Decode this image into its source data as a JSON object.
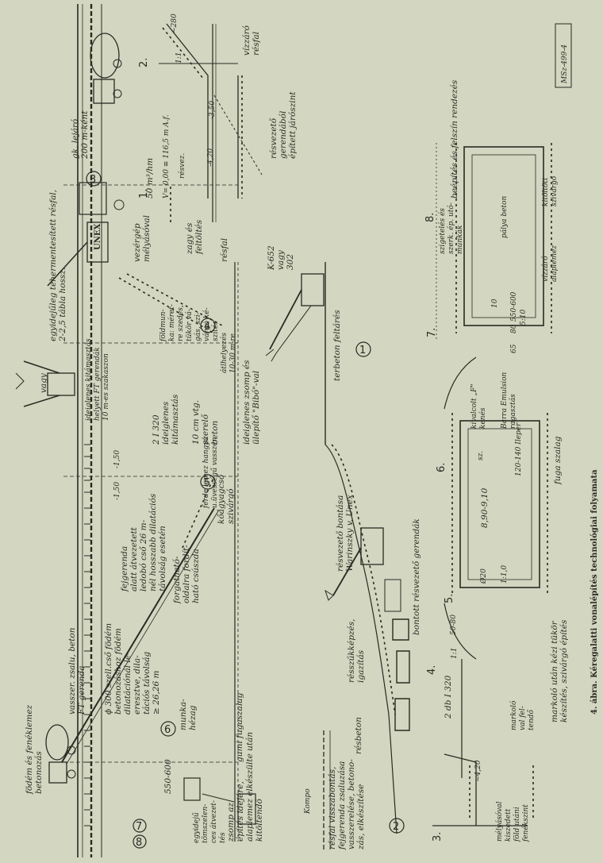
{
  "figure": {
    "code": "MSz-499-4",
    "caption": "4. ábra. Kéregalatti vonalépítés technológiai folyamata"
  },
  "stage_numbers": {
    "s1": "1.",
    "s2": "2.",
    "s3": "3.",
    "s4": "4.",
    "s5": "5.",
    "s6": "6.",
    "s7": "7.",
    "s8": "8."
  },
  "circles": {
    "c1": "1",
    "c2": "2",
    "c3": "3",
    "c4": "4",
    "c5": "5",
    "c6": "6",
    "c7": "7",
    "c8": "8"
  },
  "top_strip": {
    "l1": "födém és fenéklemez",
    "l2": "betonozás",
    "l3": "vasszer. zsalu, beton",
    "l4": "FT gerenda",
    "l5": "ϕ 300 szell.cső födém",
    "l6": "betonozáshoz födém",
    "l7": "dilatációnál le-",
    "l8": "eresztve, dila-",
    "l9": "tációs távolság",
    "l10": "≥ 26,26 m",
    "l11": "fejgerenda",
    "l12": "alatt átvezetett",
    "l13": "ledobó cső 26 m-",
    "l14": "nél hosszabb dilatációs",
    "l15": "távolság esetén",
    "l16": "forgatható-",
    "l17": "oldalra fordít-",
    "l18": "ható csúszda",
    "l19": "munka-",
    "l20": "hézag",
    "l21": "gumi fugaszalag",
    "l22": "kőágyagcső",
    "l23": "szivárgó",
    "l24": "ferde lemez hangyú",
    "l25": "u.üvességű vasszer.",
    "l26": "10 cm vtg.",
    "l27": "szerelő",
    "l28": "beton",
    "l29": "ideiglenes zsomp és",
    "l30": "ülepítő \"Bibó\"-val",
    "l31": "átlhelyezés",
    "l32": "10-30 m-re",
    "l33": "2 I 320",
    "l34": "ideiglenes",
    "l35": "kitámasztás",
    "l36": "ideiglenes kitámasztás",
    "l37": "helyett FT gerendák",
    "l38": "10 m-es szakaszon",
    "l39": "vagy",
    "l40": "egyidejűleg tehermentesített résfal,",
    "l41": "2-2,5 tábla hossz.",
    "l42": "földmun-",
    "l43": "ka: méret-",
    "l44": "re szedés,",
    "l45": "tükör vá-",
    "l46": "gás, szi-",
    "l47": "várgó ké-",
    "l48": "szítés",
    "l49": "vezérgép",
    "l50": "mélyásóval",
    "l51": "UNEX",
    "l52": "gk. lejáró",
    "l53": "200 m-ként",
    "l54": "50 m³/hm",
    "l55": "V= 0,00 ≡ 116,5 m A.f.",
    "l56": "zagy és",
    "l57": "feltöltés",
    "l58": "résfal",
    "l59": "résvezető",
    "l60": "gerendából",
    "l61": "épített járószint",
    "l62": "vízzáró",
    "l63": "résfal",
    "l64": "~280",
    "l65": "-3,50",
    "l66": "-4,20",
    "l67": "résvez.",
    "l68": "-1,50",
    "l69": "-1,50",
    "l70": "550-600",
    "l71": "1:1",
    "l72": "zsomp az",
    "l73": "építés idejére,",
    "l74": "alaplemez elkészülte után",
    "l75": "kitöltendő",
    "l76": "egyidejű",
    "l77": "tömszelen-",
    "l78": "ces átvezet-",
    "l79": "tés",
    "l80": "Kompo",
    "l81": "K-652",
    "l82": "vagy",
    "l83": "302"
  },
  "bottom_strip": {
    "b1": "résfal visszabontás,",
    "b2": "fejgerenda zsaluzása",
    "b3": "vasszerelése, betono-",
    "b4": "zás, elkészítése",
    "b5": "résbeton",
    "b6": "résszűkképzés,",
    "b7": "igazítás",
    "b8": "bontott résvezető gerendák",
    "b9": "résvezető bontása",
    "b10": "Warinszky v. Unex",
    "b11": "terbeton feltárés",
    "b12": "mélyásóval",
    "b13": "kiszedett",
    "b14": "föld utáni",
    "b15": "fenékszint",
    "b16": "markoló",
    "b17": "val fel-",
    "b18": "tendő",
    "b19": "markoló után kézi tükör",
    "b20": "készítés, szivárgó építés",
    "b21": "2 db I 320",
    "b22": "~4,20",
    "b23": "50-80",
    "b24": "Ø20",
    "b25": "1:1,0",
    "b26": "1:1",
    "b27": "8,90-9,10",
    "b28": "sz.",
    "b29": "kivalcolt „F\"",
    "b30": "kenés",
    "b31": "Barra Emulsion",
    "b32": "ragasztás",
    "b33": "120-140 Ileper",
    "b34": "fuga szalag",
    "b35": "550-600",
    "b36": "80",
    "b37": "65",
    "b38": "10",
    "b39": "5:10",
    "b40": "szigetelés és",
    "b41": "szerk. ép. utó-",
    "b42": "munkák",
    "b43": "beépítés és felszín rendezés",
    "b44": "pálya beton",
    "b45": "kitöltött",
    "b46": "szivárgó",
    "b47": "vízzáró",
    "b48": "alaplemez"
  }
}
